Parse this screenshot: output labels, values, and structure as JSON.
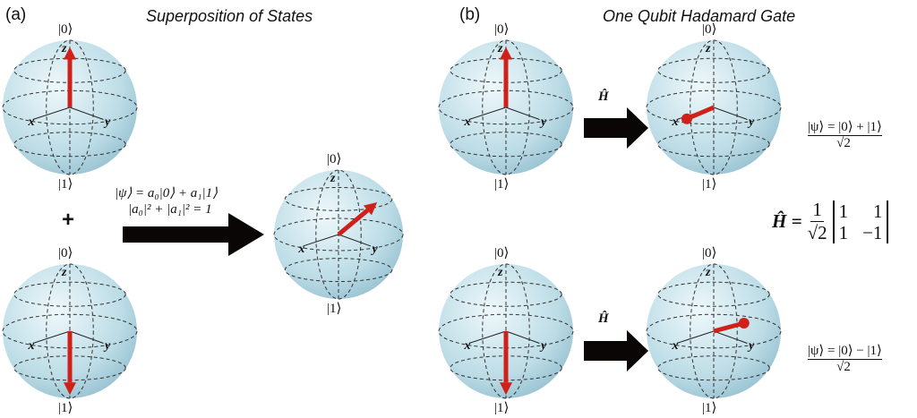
{
  "panel_a": {
    "label": "(a)",
    "title": "Superposition of States",
    "plus": "+",
    "state_eq": "|ψ⟩ = a₀|0⟩ + a₁|1⟩",
    "norm_eq": "|a₀|² + |a₁|² = 1"
  },
  "panel_b": {
    "label": "(b)",
    "title": "One Qubit Hadamard Gate",
    "gate_label": "Ĥ",
    "psi_plus": {
      "lhs": "|ψ⟩ = |0⟩ + |1⟩",
      "den": "√2"
    },
    "psi_minus": {
      "lhs": "|ψ⟩ = |0⟩ − |1⟩",
      "den": "√2"
    },
    "matrix": {
      "lhs": "Ĥ =",
      "num": "1",
      "den": "√2",
      "rows": [
        [
          "1",
          "1"
        ],
        [
          "1",
          "−1"
        ]
      ]
    }
  },
  "axes": {
    "z": "z",
    "x": "x",
    "y": "y",
    "ket0": "|0⟩",
    "ket1": "|1⟩"
  },
  "spheres": [
    {
      "id": "a-zero",
      "state": "0"
    },
    {
      "id": "a-one",
      "state": "1"
    },
    {
      "id": "a-super",
      "state": "superposition"
    },
    {
      "id": "b-zero",
      "state": "0"
    },
    {
      "id": "b-plus",
      "state": "plus"
    },
    {
      "id": "b-one",
      "state": "1"
    },
    {
      "id": "b-minus",
      "state": "minus"
    }
  ],
  "colors": {
    "vector": "#d0201a",
    "sphere_light": "#e3f2f7",
    "sphere_dark": "#9fc6d4",
    "arrow": "#0a0606"
  }
}
